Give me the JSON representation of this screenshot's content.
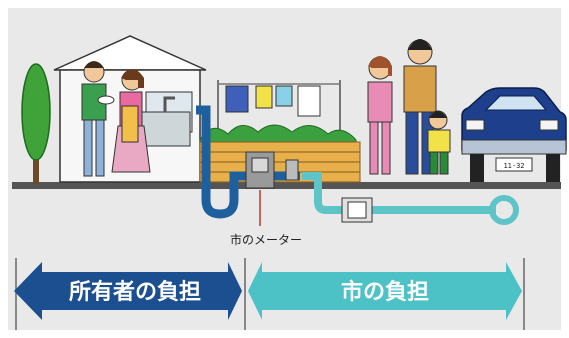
{
  "labels": {
    "meter": "市のメーター",
    "owner_responsibility": "所有者の負担",
    "city_responsibility": "市の負担",
    "plate": "11-32"
  },
  "colors": {
    "background": "#e9e9e9",
    "owner_arrow": "#1b4f8f",
    "city_arrow": "#4cc2c6",
    "owner_pipe": "#1e5f9e",
    "city_pipe": "#5ec4c8",
    "car": "#1d3f8c",
    "brick": "#e0a040"
  },
  "icons": [
    "tree-icon",
    "house-icon",
    "person-icon",
    "laundry-icon",
    "car-icon",
    "water-meter-icon",
    "valve-icon"
  ]
}
